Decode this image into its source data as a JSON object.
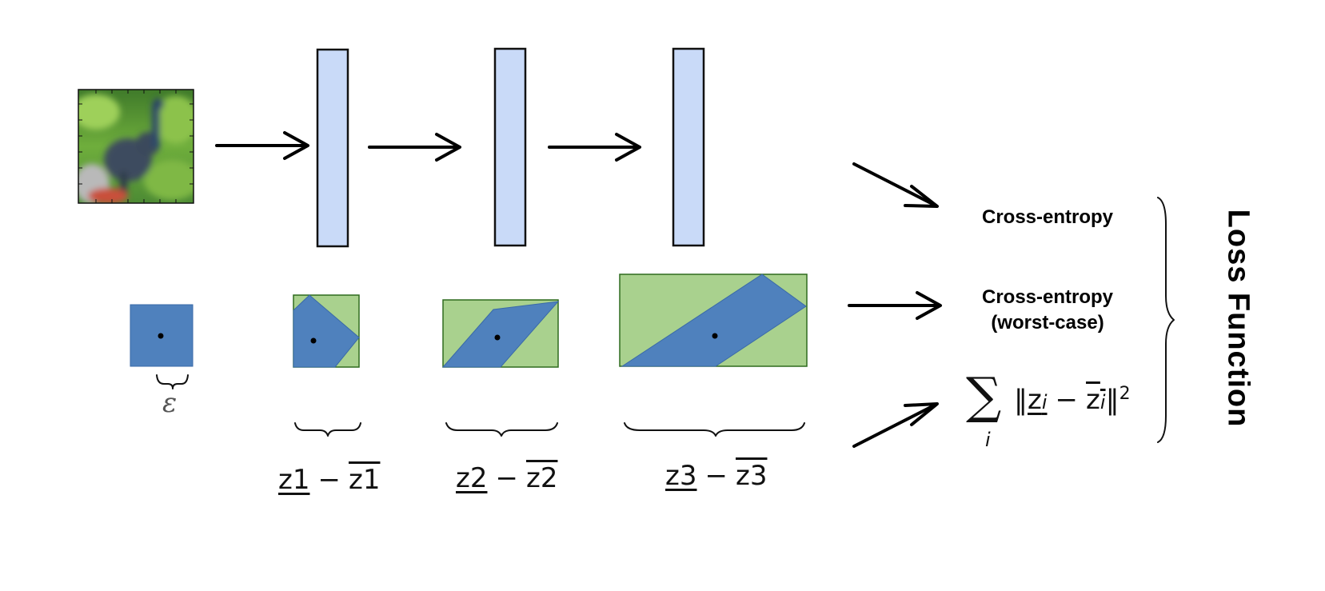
{
  "labels": {
    "epsilon": "ε",
    "z_lower_1": "z1",
    "z_upper_1": "z1",
    "z_lower_2": "z2",
    "z_upper_2": "z2",
    "z_lower_3": "z3",
    "z_upper_3": "z3",
    "minus": "−",
    "loss_ce": "Cross-entropy",
    "loss_ce_worst_1": "Cross-entropy",
    "loss_ce_worst_2": "(worst-case)",
    "sum_symbol": "∑",
    "sum_index": "i",
    "norm_open": "‖",
    "z_lower_i": "z",
    "z_upper_i": "z",
    "sub_i": "i",
    "norm_close": "‖",
    "power_2": "2",
    "loss_function": "Loss Function"
  },
  "colors": {
    "layer_fill": "#c9daf8",
    "outer_box": "#a9d18e",
    "inner_region": "#4f81bd"
  }
}
